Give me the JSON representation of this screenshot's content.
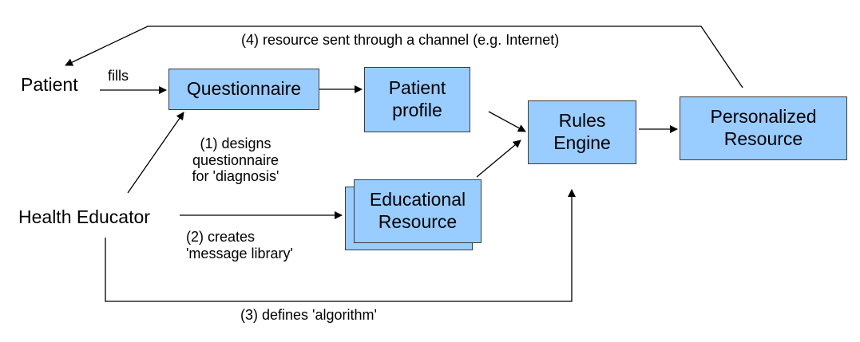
{
  "actors": {
    "patient": "Patient",
    "health_educator": "Health Educator"
  },
  "boxes": {
    "questionnaire": "Questionnaire",
    "patient_profile": [
      "Patient",
      "profile"
    ],
    "rules_engine": [
      "Rules",
      "Engine"
    ],
    "personalized_resource": [
      "Personalized",
      "Resource"
    ],
    "educational_resource": [
      "Educational",
      "Resource"
    ]
  },
  "labels": {
    "fills": "fills",
    "step1": [
      "(1) designs",
      "questionnaire",
      "for 'diagnosis'"
    ],
    "step2": [
      "(2) creates",
      "'message library'"
    ],
    "step3": "(3) defines 'algorithm'",
    "step4": "(4) resource sent through a channel (e.g. Internet)"
  },
  "colors": {
    "box_fill": "#99ccff",
    "box_border": "#3c3c3c",
    "arrow": "#000000"
  }
}
